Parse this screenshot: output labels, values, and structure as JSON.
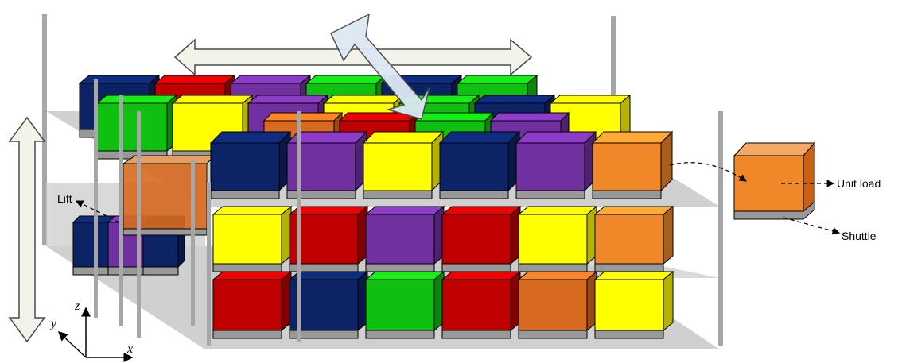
{
  "labels": {
    "lift": "Lift",
    "unit_load": "Unit load",
    "shuttle": "Shuttle"
  },
  "axes": {
    "x": "x",
    "y": "y",
    "z": "z"
  },
  "colors": {
    "navy": "#0c2466",
    "purple": "#7030a0",
    "yellow": "#ffff00",
    "orange": "#f0882a",
    "red": "#c00000",
    "green": "#10c010",
    "burnt": "#d86a20",
    "shelf": "#c8c8c8",
    "post": "#a6a6a6",
    "arrow_fill": "#f2f4ea",
    "arrow_diag": "#dde8f4"
  },
  "grid": {
    "front_bottom": [
      "red",
      "navy",
      "green",
      "red",
      "burnt",
      "yellow"
    ],
    "front_middle": [
      "yellow",
      "red",
      "purple",
      "red",
      "yellow",
      "orange"
    ],
    "front_top": [
      "navy",
      "purple",
      "yellow",
      "navy",
      "purple",
      "orange"
    ],
    "back_row1": [
      "navy",
      "red",
      "purple",
      "green",
      "navy",
      "green"
    ],
    "back_row2": [
      "green",
      "yellow",
      "purple",
      "yellow",
      "green",
      "navy",
      "yellow"
    ],
    "back_row3": [
      "burnt",
      "red",
      "green",
      "purple"
    ],
    "left_lower": [
      "navy",
      "purple",
      "navy"
    ]
  }
}
